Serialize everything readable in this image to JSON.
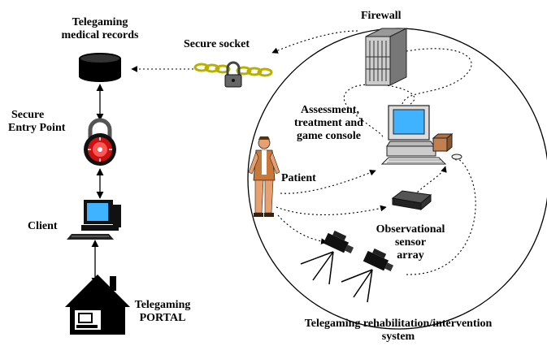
{
  "labels": {
    "records_line1": "Telegaming",
    "records_line2": "medical records",
    "secure_entry_line1": "Secure",
    "secure_entry_line2": "Entry Point",
    "client": "Client",
    "portal_line1": "Telegaming",
    "portal_line2": "PORTAL",
    "secure_socket": "Secure socket",
    "firewall": "Firewall",
    "console_line1": "Assessment,",
    "console_line2": "treatment and",
    "console_line3": "game console",
    "patient": "Patient",
    "sensor_line1": "Observational",
    "sensor_line2": "sensor",
    "sensor_line3": "array",
    "system_line1": "Telegaming rehabilitation/intervention",
    "system_line2": "system"
  },
  "icons": [
    "database-icon",
    "padlock-icon",
    "computer-icon",
    "house-icon",
    "chain-lock-icon",
    "firewall-server-icon",
    "console-computer-icon",
    "patient-figure-icon",
    "sensor-box-icon",
    "camera-icon"
  ],
  "colors": {
    "ink": "#000000",
    "screen": "#3fb3ff",
    "lock_red": "#cc1111",
    "skin": "#e8a070",
    "vest": "#c87838",
    "chain": "#c8c000"
  }
}
